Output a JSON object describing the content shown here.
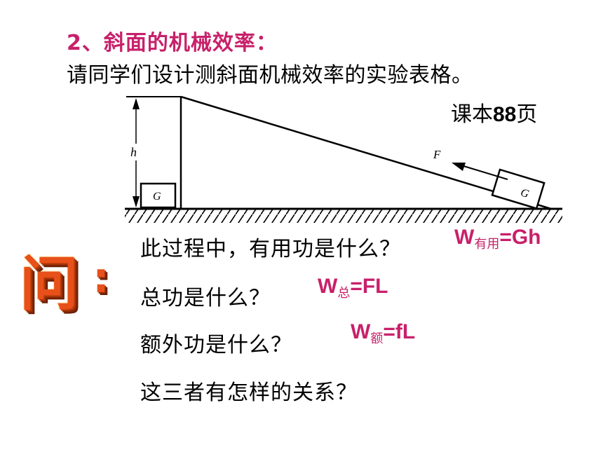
{
  "heading": "2、斜面的机械效率：",
  "subheading": "请同学们设计测斜面机械效率的实验表格。",
  "page_ref": {
    "prefix": "课本",
    "number": "88",
    "suffix": "页"
  },
  "diagram": {
    "height_label": "h",
    "force_label": "F",
    "block_label_bottom": "G",
    "block_label_slope": "G"
  },
  "ask_label": "问",
  "ask_colon": ":",
  "questions": [
    {
      "text": "此过程中，有用功是什么？",
      "answer_main": "W",
      "answer_sub": "有用",
      "answer_rest": "=Gh"
    },
    {
      "text": "总功是什么？",
      "answer_main": "W",
      "answer_sub": "总",
      "answer_rest": "=FL"
    },
    {
      "text": "额外功是什么？",
      "answer_main": "W",
      "answer_sub": "额",
      "answer_rest": "=fL"
    },
    {
      "text": "这三者有怎样的关系？"
    }
  ],
  "colors": {
    "accent": "#c8206a",
    "ask": "#e8501a"
  }
}
